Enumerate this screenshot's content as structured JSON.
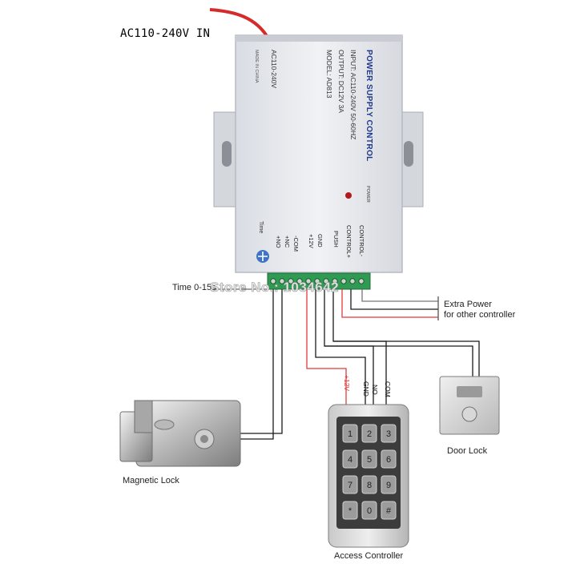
{
  "power_supply": {
    "title": "POWER SUPPLY CONTROL",
    "input": "INPUT: AC110-240V  50-60HZ",
    "output": "OUTPUT: DC12V  3A",
    "model": "MODEL: AD813",
    "ac_label": "AC110-240V",
    "made_in": "MADE IN CHINA",
    "power_led": "POWER",
    "time_label": "Time",
    "terminals": [
      "+NO",
      "+NC",
      "-COM",
      "+12V",
      "GND",
      "PUSH",
      "CONTROL+",
      "CONTROL-"
    ]
  },
  "labels": {
    "ac_in": "AC110-240V  IN",
    "time_range": "Time 0-15s",
    "watermark": "Store No.: 1034642",
    "extra_power_line1": "Extra Power",
    "extra_power_line2": "for other controller",
    "door_lock": "Door Lock",
    "magnetic_lock": "Magnetic Lock",
    "access_controller": "Access Controller"
  },
  "keypad": {
    "wire_labels": [
      "+12V",
      "GND",
      "NO",
      "COM"
    ],
    "keys": [
      "1",
      "2",
      "3",
      "4",
      "5",
      "6",
      "7",
      "8",
      "9",
      "*",
      "0",
      "#"
    ]
  },
  "colors": {
    "wire_red": "#e23b3b",
    "wire_black": "#1a1a1a",
    "terminal_green": "#2f9a52",
    "housing": "#e9ebef"
  }
}
